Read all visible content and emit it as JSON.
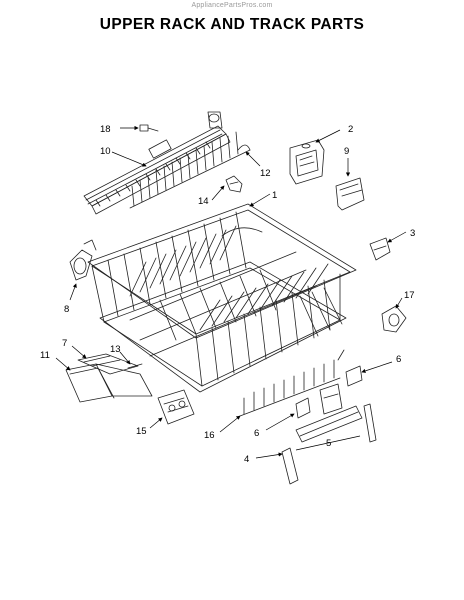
{
  "watermark": "AppliancePartsPros.com",
  "title": "UPPER RACK AND TRACK PARTS",
  "callouts": {
    "c1": "1",
    "c2": "2",
    "c3": "3",
    "c4": "4",
    "c5": "5",
    "c6a": "6",
    "c6b": "6",
    "c7": "7",
    "c8": "8",
    "c9": "9",
    "c10": "10",
    "c11": "11",
    "c12": "12",
    "c13": "13",
    "c14": "14",
    "c15": "15",
    "c16": "16",
    "c17": "17",
    "c18": "18"
  }
}
